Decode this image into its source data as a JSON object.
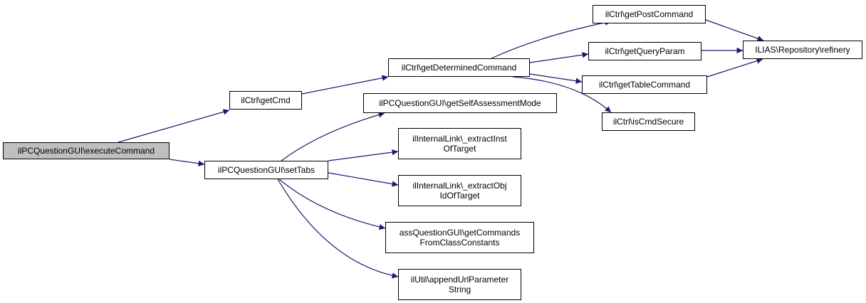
{
  "graph": {
    "nodes": [
      {
        "id": "n1",
        "label": "ilPCQuestionGUI\\executeCommand",
        "root": true
      },
      {
        "id": "n2",
        "label": "ilCtrl\\getCmd"
      },
      {
        "id": "n3",
        "label": "ilPCQuestionGUI\\setTabs"
      },
      {
        "id": "n4",
        "label": "ilCtrl\\getDeterminedCommand"
      },
      {
        "id": "n5",
        "label": "ilCtrl\\getPostCommand"
      },
      {
        "id": "n6",
        "label": "ilCtrl\\getQueryParam"
      },
      {
        "id": "n7",
        "label": "ilCtrl\\getTableCommand"
      },
      {
        "id": "n8",
        "label": "ilCtrl\\isCmdSecure"
      },
      {
        "id": "n9",
        "label": "ILIAS\\Repository\\refinery"
      },
      {
        "id": "n10",
        "label": "ilPCQuestionGUI\\getSelfAssessmentMode"
      },
      {
        "id": "n11",
        "label": "ilInternalLink\\_extractInst\nOfTarget"
      },
      {
        "id": "n12",
        "label": "ilInternalLink\\_extractObj\nIdOfTarget"
      },
      {
        "id": "n13",
        "label": "assQuestionGUI\\getCommands\nFromClassConstants"
      },
      {
        "id": "n14",
        "label": "ilUtil\\appendUrlParameter\nString"
      }
    ],
    "edges": [
      [
        "n1",
        "n2"
      ],
      [
        "n1",
        "n3"
      ],
      [
        "n2",
        "n4"
      ],
      [
        "n4",
        "n5"
      ],
      [
        "n4",
        "n6"
      ],
      [
        "n4",
        "n7"
      ],
      [
        "n4",
        "n8"
      ],
      [
        "n5",
        "n9"
      ],
      [
        "n6",
        "n9"
      ],
      [
        "n7",
        "n9"
      ],
      [
        "n3",
        "n10"
      ],
      [
        "n3",
        "n11"
      ],
      [
        "n3",
        "n12"
      ],
      [
        "n3",
        "n13"
      ],
      [
        "n3",
        "n14"
      ]
    ],
    "colors": {
      "edge": "#191970",
      "root_fill": "#bfbfbf",
      "node_fill": "#ffffff",
      "border": "#000000"
    }
  }
}
